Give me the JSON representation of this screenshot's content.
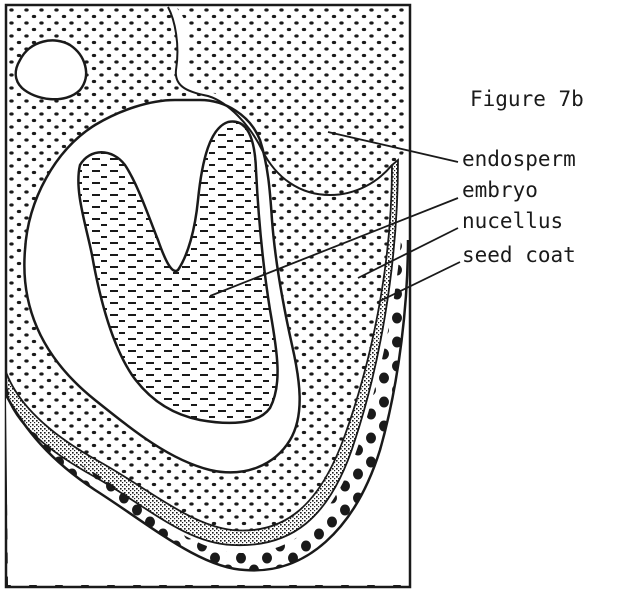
{
  "figure": {
    "title": "Figure 7b"
  },
  "labels": {
    "endosperm": "endosperm",
    "embryo": "embryo",
    "nucellus": "nucellus",
    "seed_coat": "seed coat"
  },
  "colors": {
    "ink": "#1a1a1a",
    "paper": "#ffffff"
  }
}
